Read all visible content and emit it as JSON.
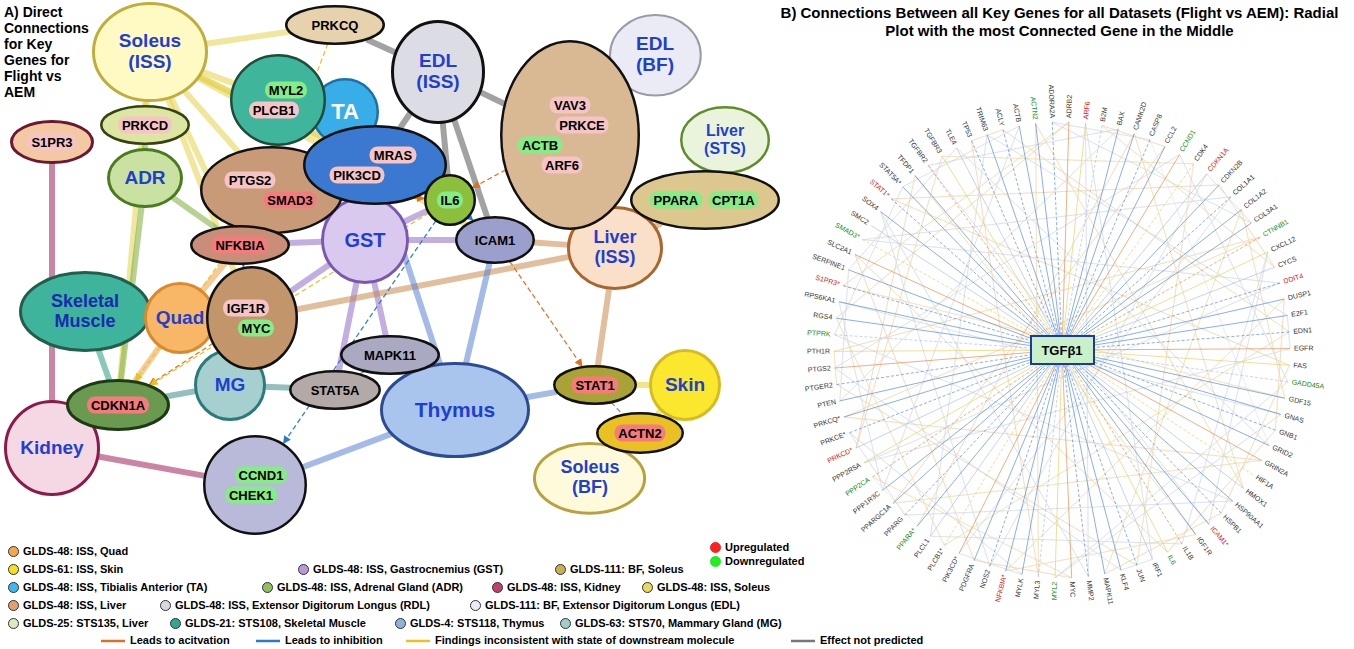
{
  "diagram": {
    "nodes": [
      {
        "text": [
          "Soleus (ISS)"
        ]
      },
      {
        "text": [
          "PRKCQ"
        ]
      },
      {
        "text": [
          "MYL2",
          "PLCB1"
        ]
      },
      {
        "text": [
          "TA"
        ]
      },
      {
        "text": [
          "EDL (ISS)"
        ]
      },
      {
        "text": [
          "EDL (BF)"
        ]
      },
      {
        "text": [
          "VAV3",
          "PRKCE",
          "ACTB",
          "ARF6"
        ]
      },
      {
        "text": [
          "S1PR3"
        ]
      },
      {
        "text": [
          "PRKCD"
        ]
      },
      {
        "text": [
          "PTGS2",
          "SMAD3"
        ]
      },
      {
        "text": [
          "MRAS",
          "PIK3CD"
        ]
      },
      {
        "text": [
          "Liver (STS)"
        ]
      },
      {
        "text": [
          "IL6"
        ]
      },
      {
        "text": [
          "PPARA",
          "CPT1A"
        ]
      },
      {
        "text": [
          "ADR"
        ]
      },
      {
        "text": [
          "NFKBIA"
        ]
      },
      {
        "text": [
          "GST"
        ]
      },
      {
        "text": [
          "ICAM1"
        ]
      },
      {
        "text": [
          "Liver (ISS)"
        ]
      },
      {
        "text": [
          "IGF1R",
          "MYC"
        ]
      },
      {
        "text": [
          "Skeletal Muscle"
        ]
      },
      {
        "text": [
          "Quad"
        ]
      },
      {
        "text": [
          "MAPK11"
        ]
      },
      {
        "text": [
          "MG"
        ]
      },
      {
        "text": [
          "STAT5A"
        ]
      },
      {
        "text": [
          "STAT1"
        ]
      },
      {
        "text": [
          "Skin"
        ]
      },
      {
        "text": [
          "CDKN1A"
        ]
      },
      {
        "text": [
          "Thymus"
        ]
      },
      {
        "text": [
          "Kidney"
        ]
      },
      {
        "text": [
          "ACTN2"
        ]
      },
      {
        "text": [
          "Soleus (BF)"
        ]
      },
      {
        "text": [
          "CCND1",
          "CHEK1"
        ]
      },
      {
        "text": [
          "TGFβ1"
        ]
      }
    ],
    "edges": [
      {
        "from": 0,
        "to": 1,
        "arrow": "none"
      },
      {
        "from": 0,
        "to": 2,
        "arrow": "none"
      },
      {
        "from": 0,
        "to": 8,
        "arrow": "none"
      },
      {
        "from": 0,
        "to": 9,
        "arrow": "none"
      },
      {
        "from": 0,
        "to": 10,
        "arrow": "none"
      },
      {
        "from": 0,
        "to": 12,
        "arrow": "none"
      },
      {
        "from": 0,
        "to": 15,
        "arrow": "none"
      },
      {
        "from": 0,
        "to": 17,
        "arrow": "none"
      },
      {
        "from": 0,
        "to": 19,
        "arrow": "none"
      },
      {
        "from": 0,
        "to": 27,
        "arrow": "none"
      },
      {
        "from": 4,
        "to": 1,
        "arrow": "none"
      },
      {
        "from": 4,
        "to": 6,
        "arrow": "none"
      },
      {
        "from": 4,
        "to": 10,
        "arrow": "none"
      },
      {
        "from": 4,
        "to": 12,
        "arrow": "none"
      },
      {
        "from": 4,
        "to": 17,
        "arrow": "none"
      },
      {
        "from": 3,
        "to": 10,
        "arrow": "none"
      },
      {
        "from": 14,
        "to": 8,
        "arrow": "none"
      },
      {
        "from": 14,
        "to": 15,
        "arrow": "none"
      },
      {
        "from": 14,
        "to": 27,
        "arrow": "none"
      },
      {
        "from": 16,
        "to": 9,
        "arrow": "none"
      },
      {
        "from": 16,
        "to": 10,
        "arrow": "none"
      },
      {
        "from": 16,
        "to": 15,
        "arrow": "none"
      },
      {
        "from": 16,
        "to": 17,
        "arrow": "none"
      },
      {
        "from": 16,
        "to": 19,
        "arrow": "none"
      },
      {
        "from": 16,
        "to": 22,
        "arrow": "none"
      },
      {
        "from": 16,
        "to": 24,
        "arrow": "none"
      },
      {
        "from": 16,
        "to": 12,
        "arrow": "none"
      },
      {
        "from": 18,
        "to": 6,
        "arrow": "none"
      },
      {
        "from": 18,
        "to": 13,
        "arrow": "none"
      },
      {
        "from": 18,
        "to": 17,
        "arrow": "none"
      },
      {
        "from": 18,
        "to": 25,
        "arrow": "none"
      },
      {
        "from": 18,
        "to": 19,
        "arrow": "none"
      },
      {
        "from": 11,
        "to": 13,
        "arrow": "none"
      },
      {
        "from": 21,
        "to": 19,
        "arrow": "none"
      },
      {
        "from": 21,
        "to": 27,
        "arrow": "none"
      },
      {
        "from": 21,
        "to": 15,
        "arrow": "none"
      },
      {
        "from": 20,
        "to": 27,
        "arrow": "none"
      },
      {
        "from": 23,
        "to": 27,
        "arrow": "none"
      },
      {
        "from": 23,
        "to": 24,
        "arrow": "none"
      },
      {
        "from": 29,
        "to": 7,
        "arrow": "none"
      },
      {
        "from": 29,
        "to": 27,
        "arrow": "none"
      },
      {
        "from": 29,
        "to": 32,
        "arrow": "none"
      },
      {
        "from": 28,
        "to": 17,
        "arrow": "none"
      },
      {
        "from": 28,
        "to": 22,
        "arrow": "none"
      },
      {
        "from": 28,
        "to": 32,
        "arrow": "none"
      },
      {
        "from": 28,
        "to": 25,
        "arrow": "none"
      },
      {
        "from": 28,
        "to": 10,
        "arrow": "none"
      },
      {
        "from": 26,
        "to": 25,
        "arrow": "none"
      },
      {
        "from": 26,
        "to": 30,
        "arrow": "none"
      },
      {
        "from": 31,
        "to": 30,
        "arrow": "none"
      },
      {
        "from": 12,
        "to": 17,
        "arrow": "to"
      },
      {
        "from": 15,
        "to": 19,
        "arrow": "to"
      },
      {
        "from": 9,
        "to": 12,
        "arrow": "to"
      },
      {
        "from": 19,
        "to": 27,
        "arrow": "to"
      },
      {
        "from": 12,
        "to": 27,
        "arrow": "to"
      },
      {
        "from": 10,
        "to": 12,
        "arrow": "to"
      },
      {
        "from": 1,
        "to": 9,
        "arrow": "none"
      },
      {
        "from": 2,
        "to": 9,
        "arrow": "to"
      },
      {
        "from": 17,
        "to": 25,
        "arrow": "to"
      },
      {
        "from": 12,
        "to": 32,
        "arrow": "to"
      },
      {
        "from": 22,
        "to": 24,
        "arrow": "none"
      },
      {
        "from": 9,
        "to": 27,
        "arrow": "to"
      },
      {
        "from": 6,
        "to": 12,
        "arrow": "to"
      },
      {
        "from": 25,
        "to": 30,
        "arrow": "none"
      }
    ],
    "labels": [
      "A) Direct Connections for Key Genes for Flight vs AEM",
      "B) Connections Between all Key Genes for all Datasets (Flight vs AEM): Radial Plot with the most Connected Gene in the Middle",
      "ACLY",
      "ACTB",
      "ACTN2",
      "ADORA2A",
      "ADRB2",
      "ARF6",
      "B2M",
      "BAX",
      "CAMK2D",
      "CASP8",
      "CCL2",
      "CCND1",
      "CDK4",
      "CDKN1A",
      "CDKN2B",
      "COL1A1",
      "COL1A2",
      "COL3A1",
      "CTNNB1",
      "CXCL12",
      "CYCS",
      "DDIT4",
      "DUSP1",
      "E2F1",
      "EDN1",
      "EGFR",
      "FAS",
      "GADD45A",
      "GDF15",
      "GNAS",
      "GNB1",
      "GRID2",
      "GRIN2A",
      "HIF1A",
      "HMOX1",
      "HSP90AA1",
      "HSPB1",
      "ICAM1*",
      "IGF1R",
      "IL1B",
      "IL6",
      "IRF1",
      "JUN",
      "KLF4",
      "MAPK11",
      "MMP2",
      "MYC",
      "MYL2",
      "MYL3",
      "MYLK",
      "NFKBIA*",
      "NOS2",
      "PDGFRA",
      "PIK3CD*",
      "PLCB1*",
      "PLCL1",
      "PPARA*",
      "PPARG",
      "PPARGC1A",
      "PPP1R3C",
      "PPP2CA",
      "PPP2R5A",
      "PRKCD*",
      "PRKCE*",
      "PRKCQ*",
      "PTEN",
      "PTGER2",
      "PTGS2",
      "PTH1R",
      "PTPRK",
      "RGS4",
      "RPS6KA1",
      "S1PR3*",
      "SERPINE1",
      "SLC2A1",
      "SMAD3*",
      "SMC2",
      "SOX4",
      "STAT1*",
      "STAT5A*",
      "TFDP1",
      "TGFBR2",
      "TGFBR3",
      "TLE4",
      "TP53",
      "TRIM63"
    ],
    "legend": [
      {
        "text": "GLDS-48: ISS, Quad",
        "color": "#f5a84a"
      },
      {
        "text": "GLDS-61: ISS, Skin",
        "color": "#f5e020"
      },
      {
        "text": "GLDS-48: ISS, Gastrocnemius (GST)",
        "color": "#b89ad8"
      },
      {
        "text": "GLDS-111: BF, Soleus",
        "color": "#c8b050"
      },
      {
        "text": "GLDS-48: ISS, Tibialis Anterior (TA)",
        "color": "#40b8ee"
      },
      {
        "text": "GLDS-48: ISS, Adrenal Gland (ADR)",
        "color": "#8cc060"
      },
      {
        "text": "GLDS-48: ISS, Kidney",
        "color": "#c04070"
      },
      {
        "text": "GLDS-48: ISS, Soleus",
        "color": "#e8d860"
      },
      {
        "text": "GLDS-48: ISS, Liver",
        "color": "#e0a070"
      },
      {
        "text": "GLDS-48: ISS, Extensor Digitorum Longus (RDL)",
        "color": "#d8d8e0"
      },
      {
        "text": "GLDS-111: BF, Extensor Digitorum Longus (EDL)",
        "color": "#ececf4"
      },
      {
        "text": "GLDS-25: STS135, Liver",
        "color": "#d8ecc0"
      },
      {
        "text": "GLDS-21: STS108, Skeletal Muscle",
        "color": "#30a890"
      },
      {
        "text": "GLDS-4: STS118, Thymus",
        "color": "#90b0e0"
      },
      {
        "text": "GLDS-63: STS70, Mammary Gland (MG)",
        "color": "#a0cccc"
      },
      {
        "text": "Upregulated",
        "color": "#ff2020"
      },
      {
        "text": "Downregulated",
        "color": "#20ee20"
      },
      {
        "text": "Leads to acitvation"
      },
      {
        "text": "Leads to inhibition"
      },
      {
        "text": "Findings inconsistent with state of downstream molecule"
      },
      {
        "text": "Effect not predicted"
      }
    ]
  }
}
